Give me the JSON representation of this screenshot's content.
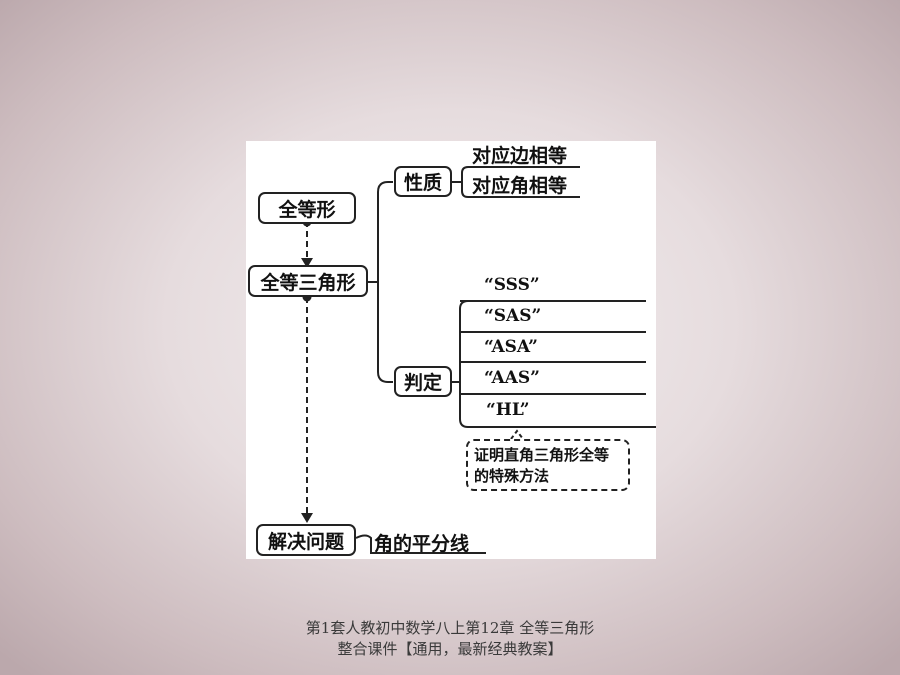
{
  "diagram": {
    "root": "全等形",
    "main": "全等三角形",
    "property": {
      "label": "性质",
      "items": [
        "对应边相等",
        "对应角相等"
      ]
    },
    "criteria": {
      "label": "判定",
      "items": [
        "“SSS”",
        "“SAS”",
        "“ASA”",
        "“AAS”",
        "“HL”"
      ],
      "note": "证明直角三角形全等的特殊方法"
    },
    "application": {
      "label": "解决问题",
      "item": "角的平分线"
    }
  },
  "caption": "第1套人教初中数学八上第12章 全等三角形整合课件【通用，最新经典教案】"
}
